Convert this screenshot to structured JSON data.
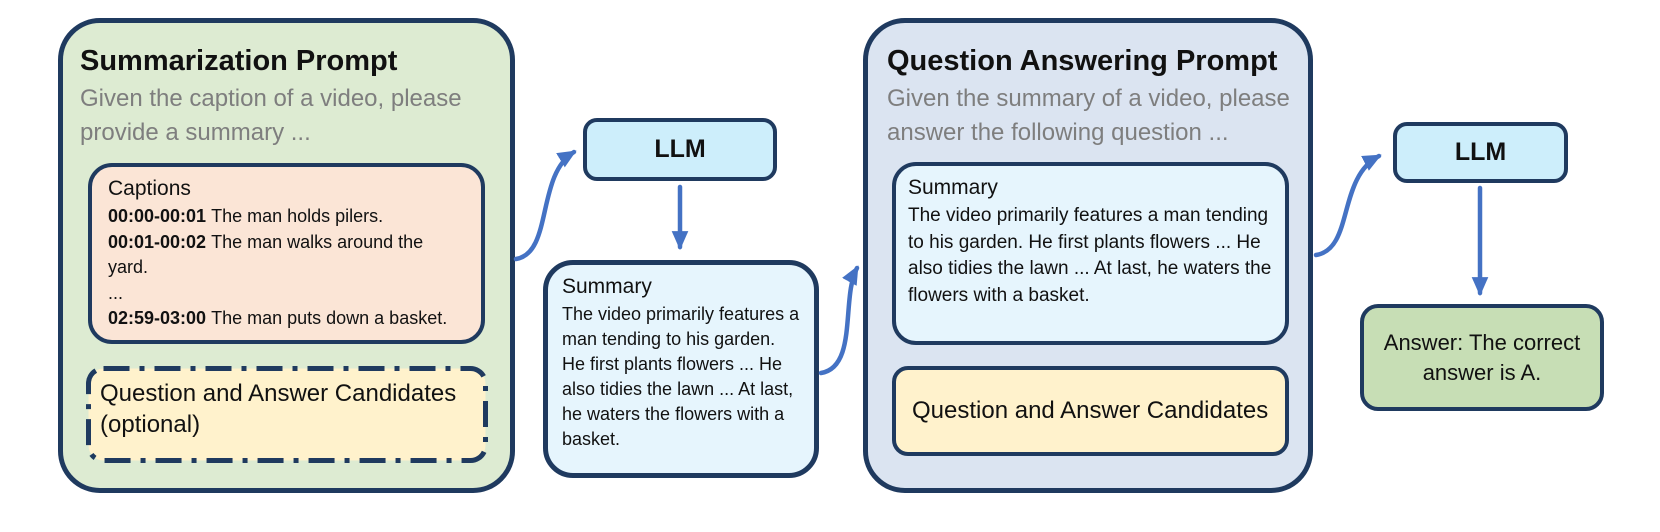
{
  "colors": {
    "navy": "#1f3a5f",
    "arrow": "#4472c4",
    "panel-green": "#ddebd2",
    "panel-blue": "#dbe4f1",
    "captions-pink": "#fbe5d6",
    "candidates-yellow": "#fff2cc",
    "llm-blue": "#cdeefb",
    "summary-blue": "#e6f5fd",
    "answer-green": "#c7deb5",
    "muted-text": "#7e7e7e",
    "text": "#111111"
  },
  "summarization_prompt": {
    "title": "Summarization Prompt",
    "subtitle": "Given the caption of a video, please provide a summary ...",
    "captions": {
      "title": "Captions",
      "lines": [
        {
          "time": "00:00-00:01",
          "text": "The man holds pilers."
        },
        {
          "time": "00:01-00:02",
          "text": "The man walks around the yard."
        },
        {
          "time": "",
          "text": "..."
        },
        {
          "time": "02:59-03:00",
          "text": "The man puts down a basket."
        }
      ]
    },
    "qa_candidates_label": "Question and Answer Candidates (optional)"
  },
  "llm_summarization": {
    "label": "LLM"
  },
  "summary_output": {
    "title": "Summary",
    "body": "The video primarily features a man tending to his garden. He first plants flowers ... He also tidies the lawn ... At last, he waters the flowers with a basket."
  },
  "question_answering_prompt": {
    "title": "Question Answering Prompt",
    "subtitle": "Given the summary of a video, please answer the following question ...",
    "summary": {
      "title": "Summary",
      "body": "The video primarily features a man tending to his garden. He first plants flowers ... He also tidies the lawn ... At last, he waters the flowers with a basket."
    },
    "qa_candidates_label": "Question and Answer Candidates"
  },
  "llm_qa": {
    "label": "LLM"
  },
  "answer_output": {
    "label": "Answer: The correct answer is A."
  }
}
